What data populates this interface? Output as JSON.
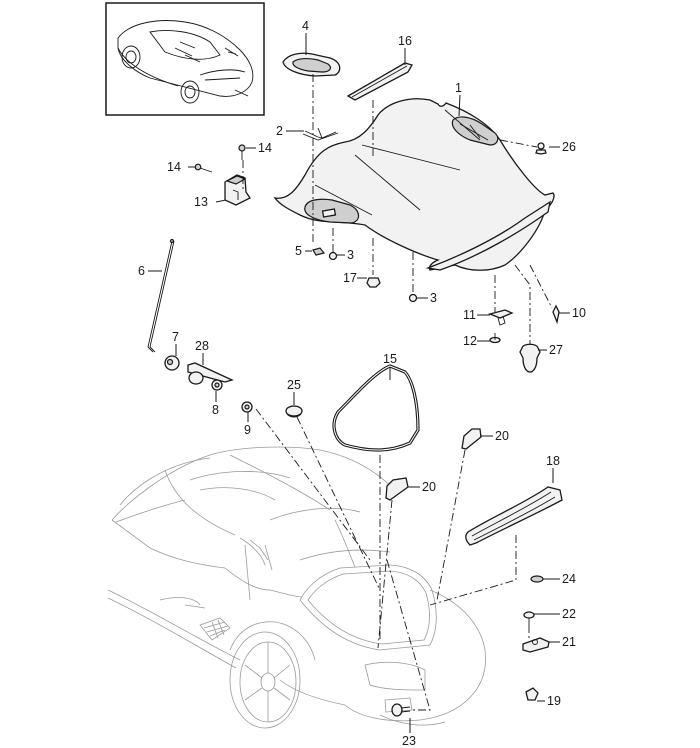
{
  "diagram": {
    "type": "exploded-parts-view",
    "subject": "Rear lid / luggage compartment lid",
    "inset": {
      "description": "Vehicle overview with rear lid highlighted"
    },
    "callouts": [
      {
        "id": "c1",
        "label": "1"
      },
      {
        "id": "c2",
        "label": "2"
      },
      {
        "id": "c3a",
        "label": "3"
      },
      {
        "id": "c3b",
        "label": "3"
      },
      {
        "id": "c4",
        "label": "4"
      },
      {
        "id": "c5",
        "label": "5"
      },
      {
        "id": "c6",
        "label": "6"
      },
      {
        "id": "c7",
        "label": "7"
      },
      {
        "id": "c8",
        "label": "8"
      },
      {
        "id": "c9",
        "label": "9"
      },
      {
        "id": "c10",
        "label": "10"
      },
      {
        "id": "c11",
        "label": "11"
      },
      {
        "id": "c12",
        "label": "12"
      },
      {
        "id": "c13",
        "label": "13"
      },
      {
        "id": "c14a",
        "label": "14"
      },
      {
        "id": "c14b",
        "label": "14"
      },
      {
        "id": "c15",
        "label": "15"
      },
      {
        "id": "c16",
        "label": "16"
      },
      {
        "id": "c17",
        "label": "17"
      },
      {
        "id": "c18",
        "label": "18"
      },
      {
        "id": "c19",
        "label": "19"
      },
      {
        "id": "c20a",
        "label": "20"
      },
      {
        "id": "c20b",
        "label": "20"
      },
      {
        "id": "c21",
        "label": "21"
      },
      {
        "id": "c22",
        "label": "22"
      },
      {
        "id": "c23",
        "label": "23"
      },
      {
        "id": "c24",
        "label": "24"
      },
      {
        "id": "c25",
        "label": "25"
      },
      {
        "id": "c26",
        "label": "26"
      },
      {
        "id": "c27",
        "label": "27"
      },
      {
        "id": "c28",
        "label": "28"
      }
    ]
  }
}
